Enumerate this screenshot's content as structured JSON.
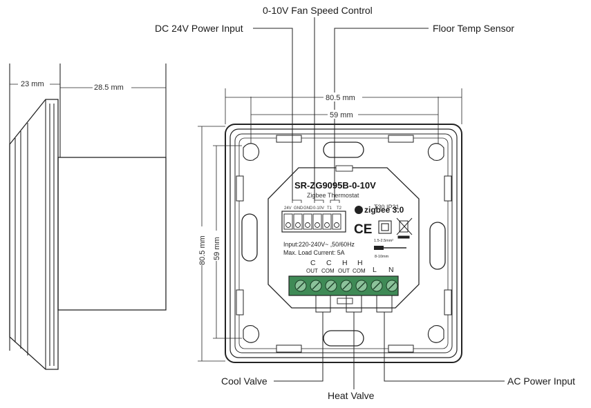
{
  "callouts": {
    "fan_speed": "0-10V Fan Speed Control",
    "dc_power": "DC 24V Power Input",
    "floor_temp": "Floor Temp Sensor",
    "cool_valve": "Cool Valve",
    "heat_valve": "Heat Valve",
    "ac_power": "AC Power Input"
  },
  "dimensions": {
    "side_depth_1": "23 mm",
    "side_depth_2": "28.5 mm",
    "width_outer": "80.5 mm",
    "width_inner": "59 mm",
    "height_outer": "80.5 mm",
    "height_inner": "59 mm"
  },
  "label": {
    "model": "SR-ZG9095B-0-10V",
    "subtitle": "Zigbee Thermostat",
    "ratings": "T30  IP21",
    "zigbee": "zigbee 3.0",
    "ce": "CE",
    "wire_gauge": "1.5-2.5mm²",
    "strip_length": "8-10mm",
    "input": "Input:220-240V~ ,50/60Hz",
    "load": "Max. Load Current: 5A",
    "small_terminals": [
      "24V",
      "GND",
      "GND",
      "0-10V",
      "T1",
      "T2"
    ],
    "terminal_top_row": [
      "C",
      "C",
      "H",
      "H",
      "L",
      "N"
    ],
    "terminal_bottom_row": [
      "OUT",
      "COM",
      "OUT",
      "COM",
      "",
      ""
    ]
  },
  "colors": {
    "terminal_block": "#3f8a56",
    "line": "#222222",
    "label_bg": "#ffffff"
  }
}
